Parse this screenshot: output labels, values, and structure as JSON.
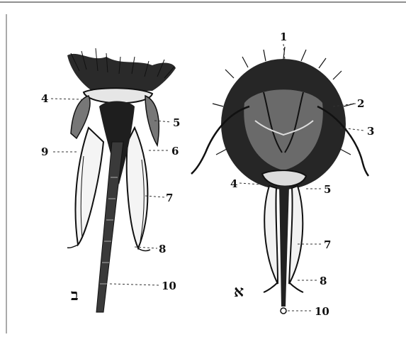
{
  "figure": {
    "left_panel": {
      "letter": "ב",
      "labels": [
        "4",
        "5",
        "6",
        "7",
        "8",
        "9",
        "10"
      ]
    },
    "right_panel": {
      "letter": "א",
      "labels": [
        "1",
        "2",
        "3",
        "4",
        "5",
        "7",
        "8",
        "10"
      ]
    }
  }
}
